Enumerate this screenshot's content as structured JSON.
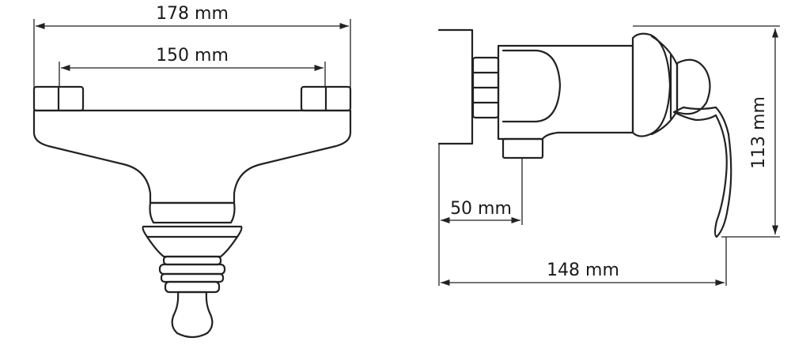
{
  "dimensions": {
    "overall_width": "178 mm",
    "connection_spacing": "150 mm",
    "wall_projection": "50 mm",
    "total_depth": "148 mm",
    "height": "113 mm"
  },
  "colors": {
    "line": "#222222",
    "background": "#ffffff"
  }
}
